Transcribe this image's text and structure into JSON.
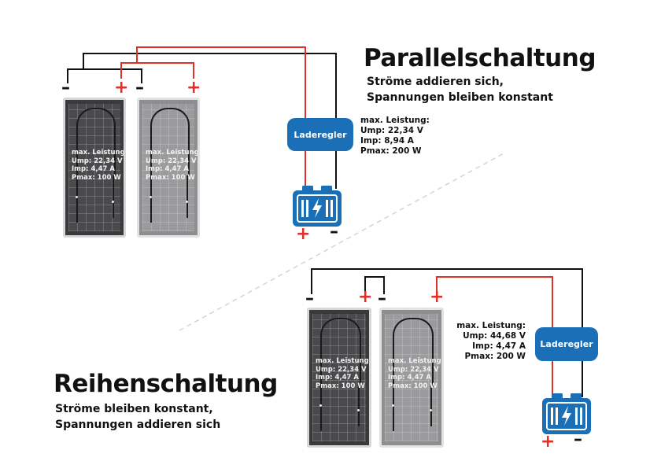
{
  "parallel": {
    "title": "Parallelschaltung",
    "subtitle": [
      "Ströme addieren sich,",
      "Spannungen bleiben konstant"
    ],
    "panels": [
      {
        "specs": [
          "max. Leistung:",
          "Ump: 22,34 V",
          "Imp: 4,47 A",
          "Pmax: 100 W"
        ]
      },
      {
        "specs": [
          "max. Leistung:",
          "Ump: 22,34 V",
          "Imp: 4,47 A",
          "Pmax: 100 W"
        ]
      }
    ],
    "controller_label": "Laderegler",
    "total_specs": [
      "max. Leistung:",
      "Ump: 22,34 V",
      "Imp: 8,94 A",
      "Pmax: 200 W"
    ]
  },
  "series": {
    "title": "Reihenschaltung",
    "subtitle": [
      "Ströme bleiben konstant,",
      "Spannungen addieren sich"
    ],
    "panels": [
      {
        "specs": [
          "max. Leistung:",
          "Ump: 22,34 V",
          "Imp: 4,47 A",
          "Pmax: 100 W"
        ]
      },
      {
        "specs": [
          "max. Leistung:",
          "Ump: 22,34 V",
          "Imp: 4,47 A",
          "Pmax: 100 W"
        ]
      }
    ],
    "controller_label": "Laderegler",
    "total_specs": [
      "max. Leistung:",
      "Ump: 44,68 V",
      "Imp: 4,47 A",
      "Pmax: 200 W"
    ]
  },
  "symbols": {
    "plus": "+",
    "minus": "–"
  },
  "colors": {
    "positive_wire": "#e0302a",
    "negative_wire": "#111111",
    "controller": "#1b6fb6",
    "battery": "#1b6fb6"
  },
  "icons": {
    "battery": "battery-icon",
    "bolt": "lightning-bolt-icon"
  }
}
